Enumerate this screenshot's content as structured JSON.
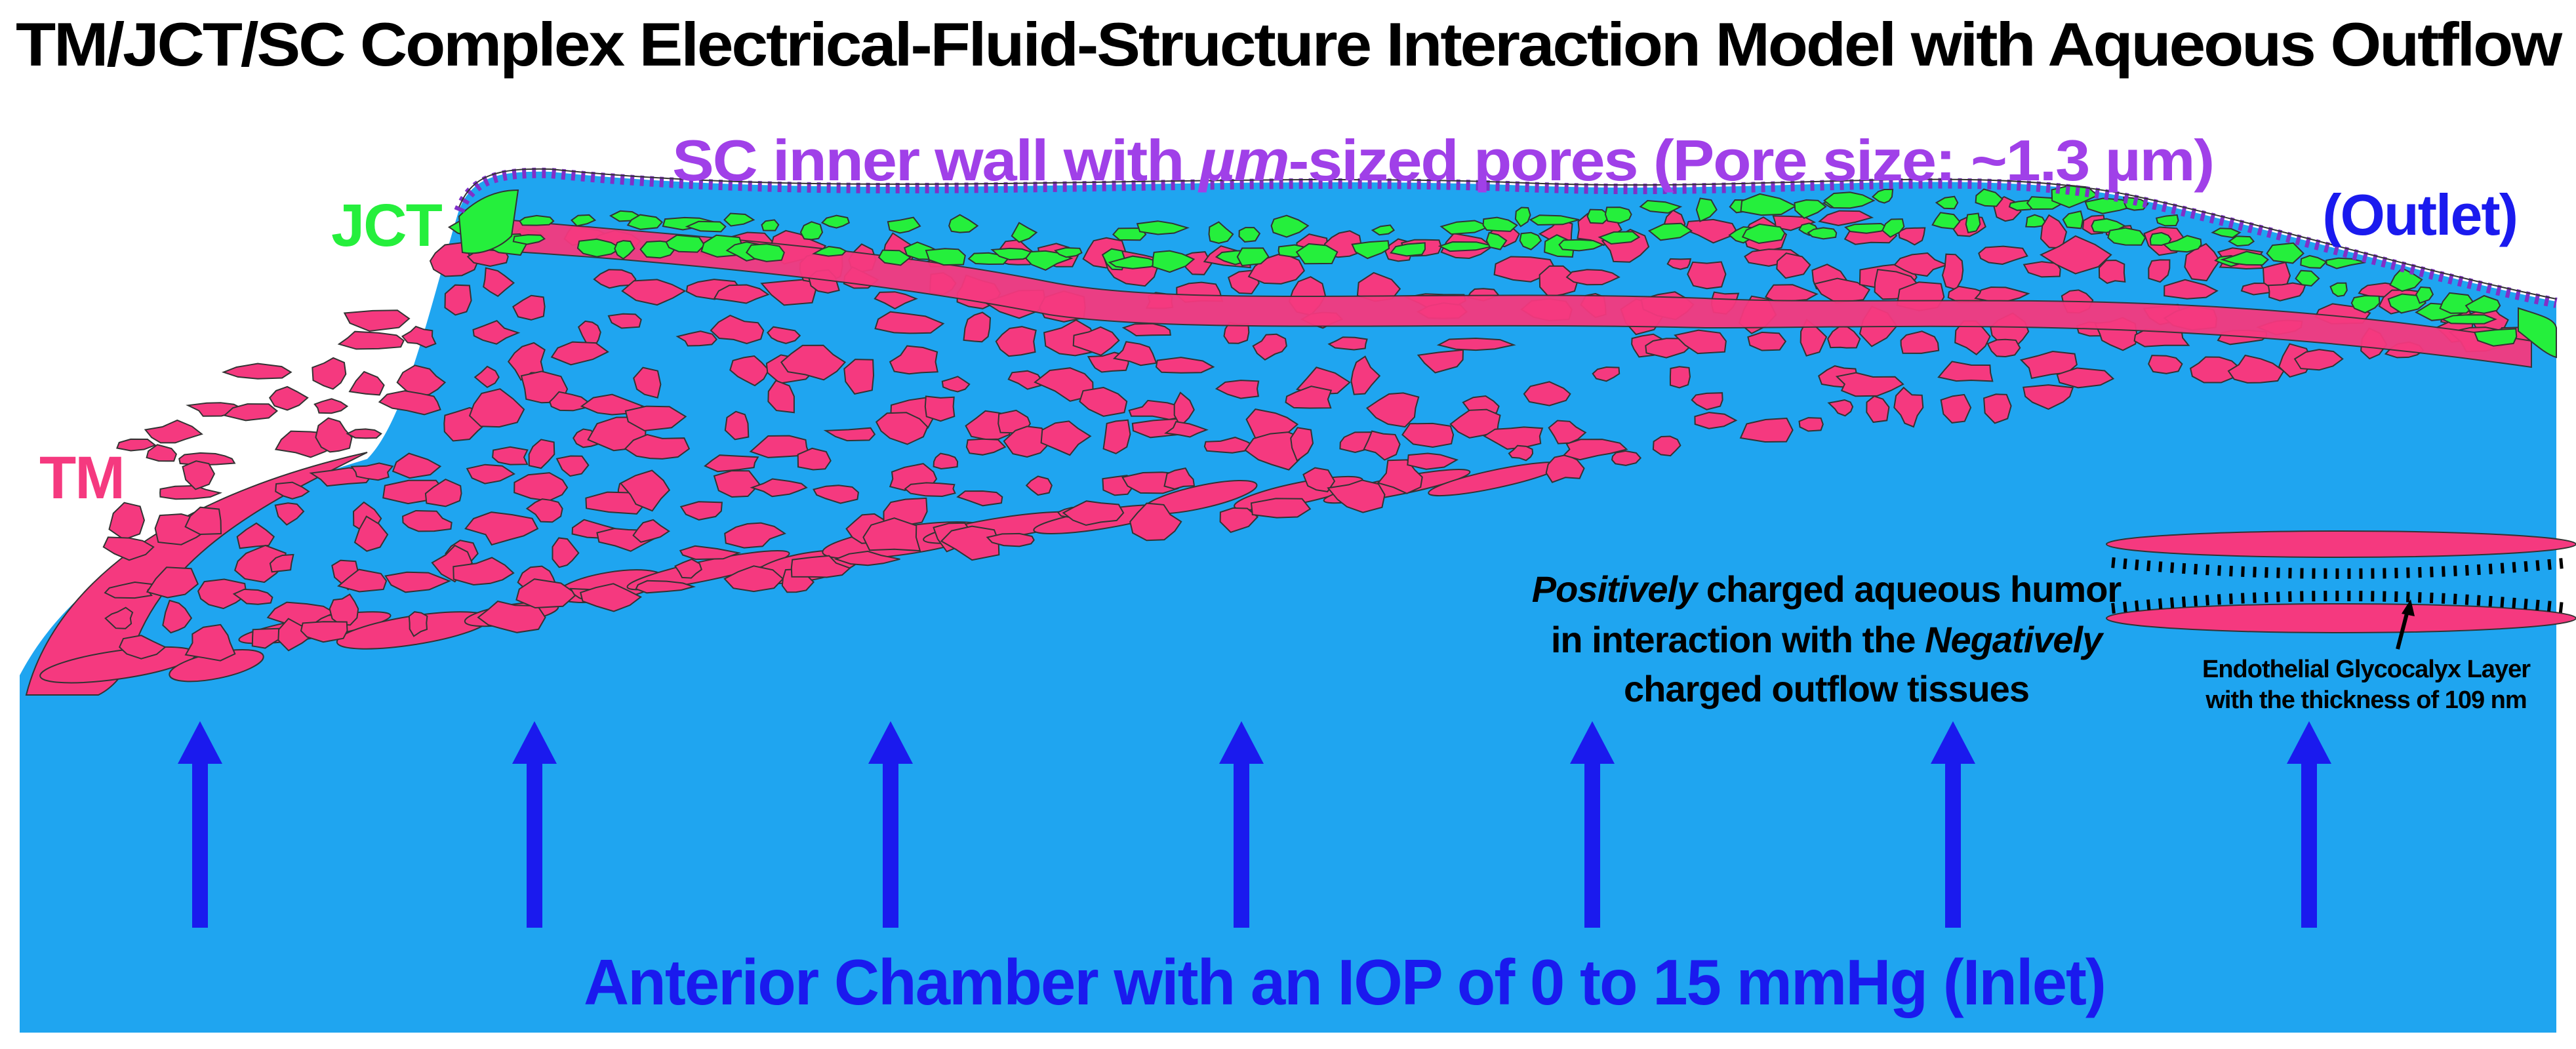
{
  "title": "TM/JCT/SC Complex Electrical-Fluid-Structure Interaction Model with Aqueous Outflow",
  "labels": {
    "sc_wall_pre": "SC inner wall with ",
    "sc_wall_italic": "µm",
    "sc_wall_post": "-sized pores (Pore size: ~1.3 µm)",
    "jct": "JCT",
    "tm": "TM",
    "outlet": "(Outlet)",
    "inlet": "Anterior Chamber with an IOP of 0 to 15 mmHg (Inlet)"
  },
  "charge_note": {
    "line1_italic": "Positively",
    "line1_rest": " charged aqueous humor",
    "line2_pre": "in interaction with the ",
    "line2_italic": "Negatively",
    "line3": "charged outflow tissues"
  },
  "glycocalyx_note": {
    "line1": "Endothelial Glycocalyx Layer",
    "line2": "with the thickness of 109 nm"
  },
  "colors": {
    "fluid": "#1fa5f0",
    "tm_tissue": "#f5397f",
    "jct_tissue": "#25ef3c",
    "pore_wall": "#c050f0",
    "arrow": "#1a1aee",
    "sc_label": "#a040e8",
    "inlet_label": "#1a1aee",
    "outlet_label": "#1a1aee",
    "title": "#000000"
  }
}
